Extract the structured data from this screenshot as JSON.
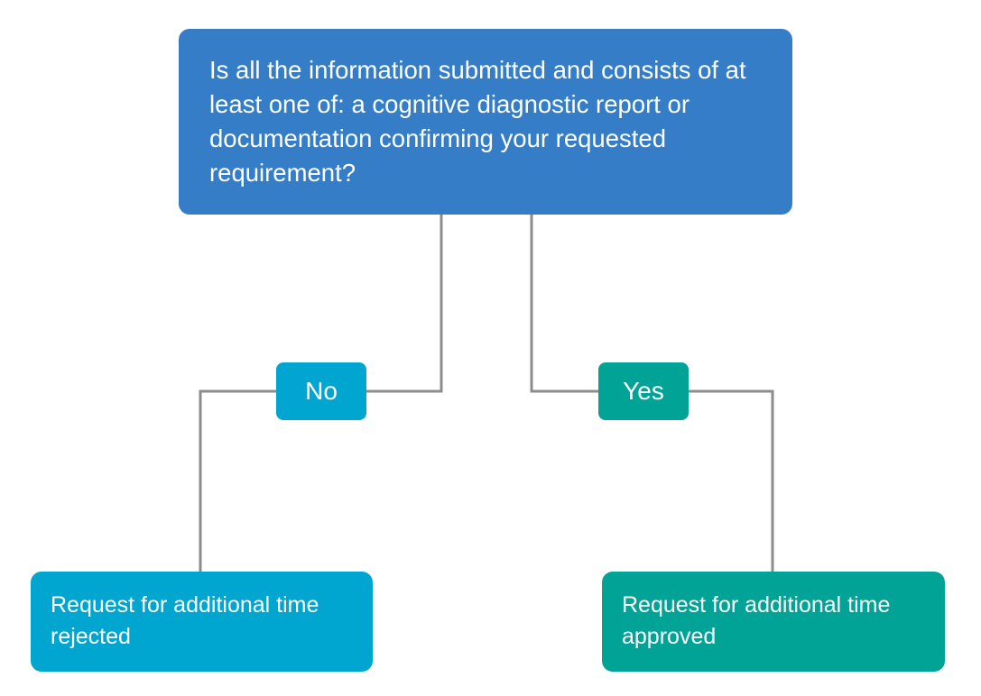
{
  "question": {
    "text": "Is all the information submitted and consists of at least one of: a cognitive diagnostic report or documentation confirming your requested requirement?"
  },
  "branches": {
    "no": {
      "label": "No",
      "outcome": "Request for additional time rejected"
    },
    "yes": {
      "label": "Yes",
      "outcome": "Request for additional time approved"
    }
  },
  "colors": {
    "question": "#357ec7",
    "no": "#00a6cf",
    "yes": "#00a396",
    "connector": "#8c8c8c"
  }
}
